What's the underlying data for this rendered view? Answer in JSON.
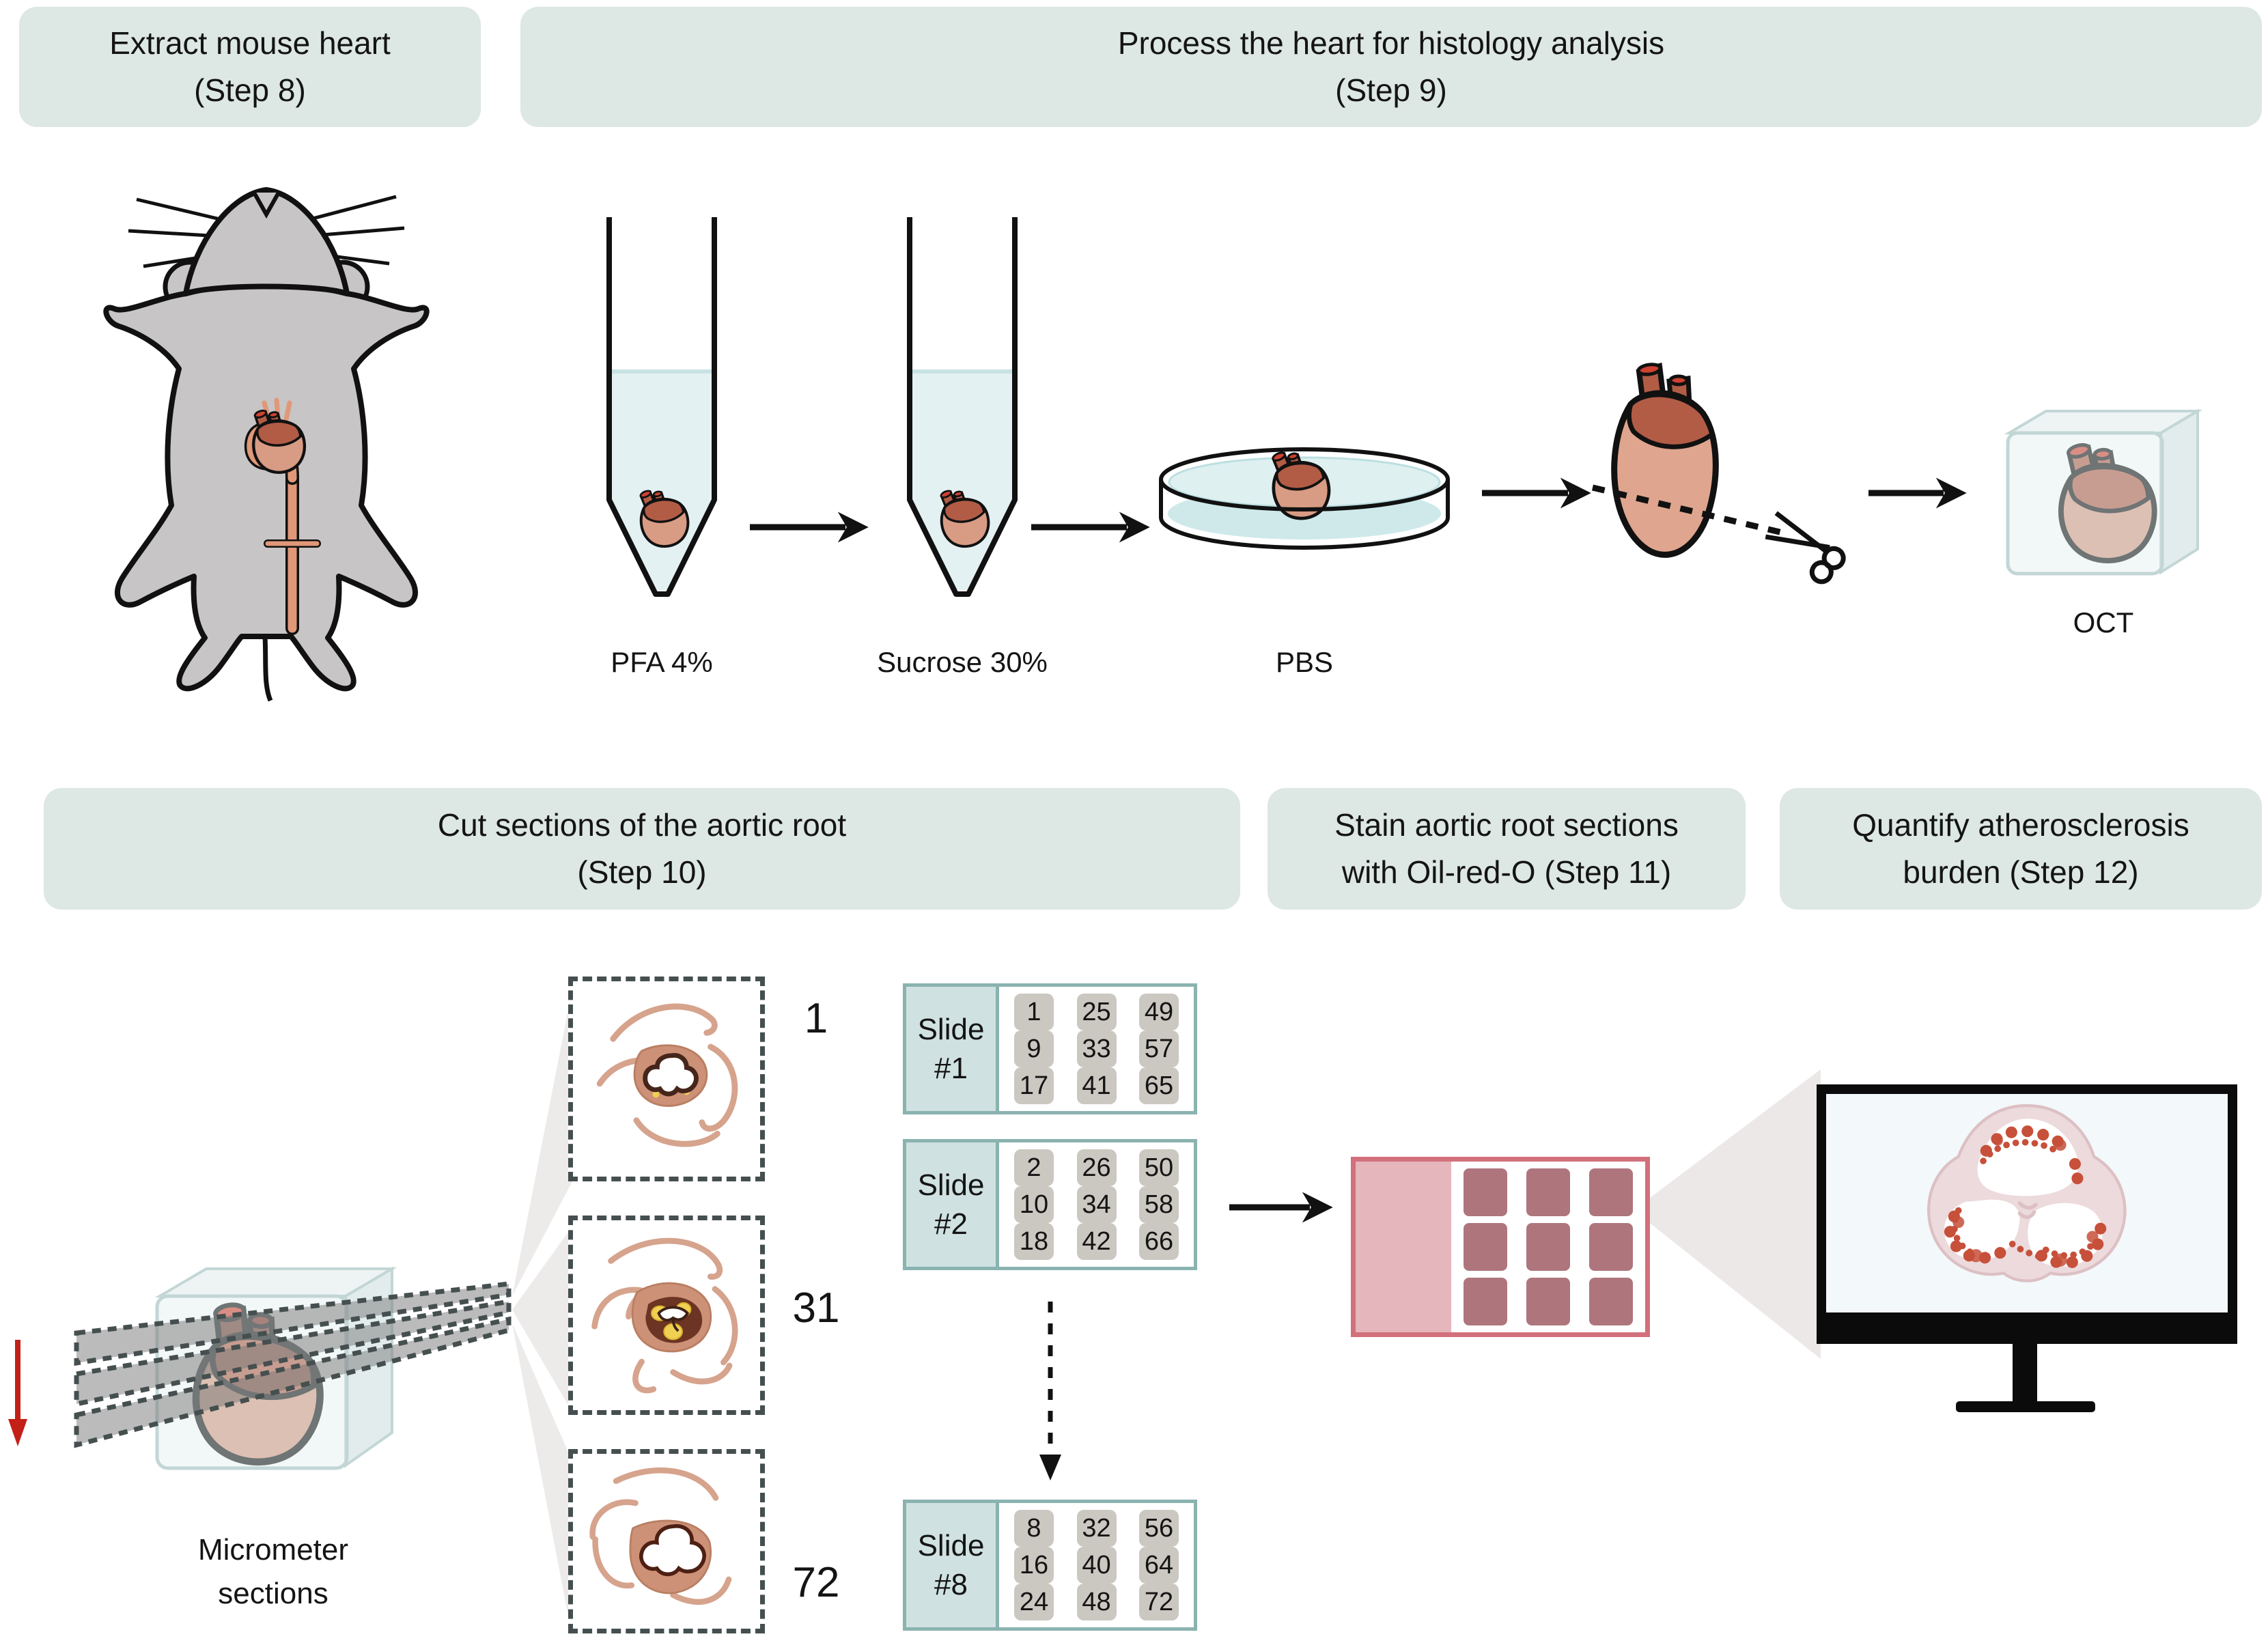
{
  "headers": {
    "step8": {
      "line1": "Extract mouse heart",
      "line2": "(Step 8)"
    },
    "step9": {
      "line1": "Process the heart for histology analysis",
      "line2": "(Step 9)"
    },
    "step10": {
      "line1": "Cut sections of the aortic root",
      "line2": "(Step 10)"
    },
    "step11": {
      "line1": "Stain aortic root sections",
      "line2": "with Oil-red-O (Step 11)"
    },
    "step12": {
      "line1": "Quantify atherosclerosis",
      "line2": "burden (Step 12)"
    }
  },
  "process_labels": {
    "pfa": "PFA 4%",
    "sucrose": "Sucrose 30%",
    "pbs": "PBS",
    "oct": "OCT"
  },
  "sectioning": {
    "micrometer_line1": "Micrometer",
    "micrometer_line2": "sections",
    "section_numbers": [
      "1",
      "31",
      "72"
    ]
  },
  "slides": [
    {
      "name": "Slide",
      "number": "#1",
      "sections": [
        [
          "1",
          "25",
          "49"
        ],
        [
          "9",
          "33",
          "57"
        ],
        [
          "17",
          "41",
          "65"
        ]
      ]
    },
    {
      "name": "Slide",
      "number": "#2",
      "sections": [
        [
          "2",
          "26",
          "50"
        ],
        [
          "10",
          "34",
          "58"
        ],
        [
          "18",
          "42",
          "66"
        ]
      ]
    },
    {
      "name": "Slide",
      "number": "#8",
      "sections": [
        [
          "8",
          "32",
          "56"
        ],
        [
          "16",
          "40",
          "64"
        ],
        [
          "24",
          "48",
          "72"
        ]
      ]
    }
  ],
  "colors": {
    "header_bg": "#dde7e4",
    "slide_border": "#8ab3b0",
    "slide_label_bg": "#cfe1e0",
    "chip_bg": "#cbc7c1",
    "stain_border": "#d2707c",
    "stain_label_bg": "#e5b6bb",
    "stain_chip": "#ae757d",
    "heart_dark": "#b25c46",
    "heart_light": "#d89b84",
    "tube_liquid": "#e4f1f2",
    "plaque_red": "#c7503a",
    "plaque_yellow": "#f0d052",
    "red_arrow": "#c32017"
  }
}
